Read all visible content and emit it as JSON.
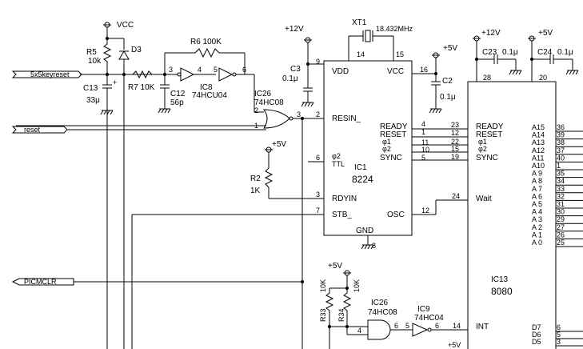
{
  "power": {
    "vcc": "VCC",
    "p12a": "+12V",
    "p5a": "+5V",
    "p5b": "+5V",
    "p12b": "+12V",
    "p5c": "+5V",
    "p5d": "+5V",
    "p5e": "+5V"
  },
  "ports": {
    "keyreset": "5x5keyreset",
    "reset": "reset",
    "picmclr": "PICMCLR"
  },
  "parts": {
    "r5": "R5",
    "r5v": "10k",
    "d3": "D3",
    "c13": "C13",
    "c13v": "33μ",
    "r7": "R7 10K",
    "r6": "R6  100K",
    "c12": "C12",
    "c12v": "56p",
    "ic8": "IC8",
    "ic8v": "74HCU04",
    "ic26a": "IC26",
    "ic26av": "74HC08",
    "xt1": "XT1",
    "xt1v": "18.432MHz",
    "c3": "C3",
    "c3v": "0.1μ",
    "c2": "C2",
    "c2v": "0.1μ",
    "c23": "C23",
    "c23v": "0.1μ",
    "c24": "C24",
    "c24v": "0.1μ",
    "r2": "R2",
    "r2v": "1K",
    "r33": "R33",
    "r33v": "10K",
    "r34": "R34",
    "r34v": "10K",
    "ic26b": "IC26",
    "ic26bv": "74HC08",
    "ic9": "IC9",
    "ic9v": "74HC04"
  },
  "ic1": {
    "name": "IC1",
    "part": "8224",
    "vdd": "VDD",
    "vcc": "VCC",
    "gnd": "GND",
    "resin": "RESIN_",
    "rdyin": "RDYIN",
    "stb": "STB_",
    "osc": "OSC",
    "phi2ttl": "φ2",
    "ttl": "TTL",
    "ready": "READY",
    "reset": "RESET",
    "phi1": "φ1",
    "phi2": "φ2",
    "sync": "SYNC"
  },
  "ic13": {
    "name": "IC13",
    "part": "8080",
    "ready": "READY",
    "reset": "RESET",
    "phi1": "φ1",
    "phi2": "φ2",
    "sync": "SYNC",
    "wait": "Wait",
    "int": "INT",
    "addr": [
      "A15",
      "A14",
      "A13",
      "A12",
      "A11",
      "A10",
      "A 9",
      "A 8",
      "A 7",
      "A 6",
      "A 5",
      "A 4",
      "A 3",
      "A 2",
      "A 1",
      "A 0"
    ],
    "addr_pins": [
      "36",
      "39",
      "38",
      "37",
      "40",
      "1",
      "35",
      "34",
      "33",
      "32",
      "31",
      "30",
      "29",
      "27",
      "26",
      "25"
    ],
    "data": [
      "D7",
      "D6",
      "D5"
    ],
    "data_pins": [
      "6",
      "5",
      "3"
    ]
  },
  "pins": {
    "ic8_3": "3",
    "ic8_4": "4",
    "ic8_5": "5",
    "ic8_6": "6",
    "ic26_1": "1",
    "ic26_2": "2",
    "ic26_3": "3",
    "ic1_9": "9",
    "ic1_14": "14",
    "ic1_15": "15",
    "ic1_16": "16",
    "ic1_2": "2",
    "ic1_6": "6",
    "ic1_3": "3",
    "ic1_7": "7",
    "ic1_12": "12",
    "ic1_8": "8",
    "ic1_4": "4",
    "ic1_1": "1",
    "ic1_11": "11",
    "ic1_10": "10",
    "ic1_5": "5",
    "ic13_23": "23",
    "ic13_12": "12",
    "ic13_22": "22",
    "ic13_15": "15",
    "ic13_19": "19",
    "ic13_24": "24",
    "ic13_28": "28",
    "ic13_20": "20",
    "ic13_14": "14",
    "ic26b_4": "4",
    "ic26b_6": "6",
    "ic9_5": "5",
    "ic9_6": "6"
  }
}
